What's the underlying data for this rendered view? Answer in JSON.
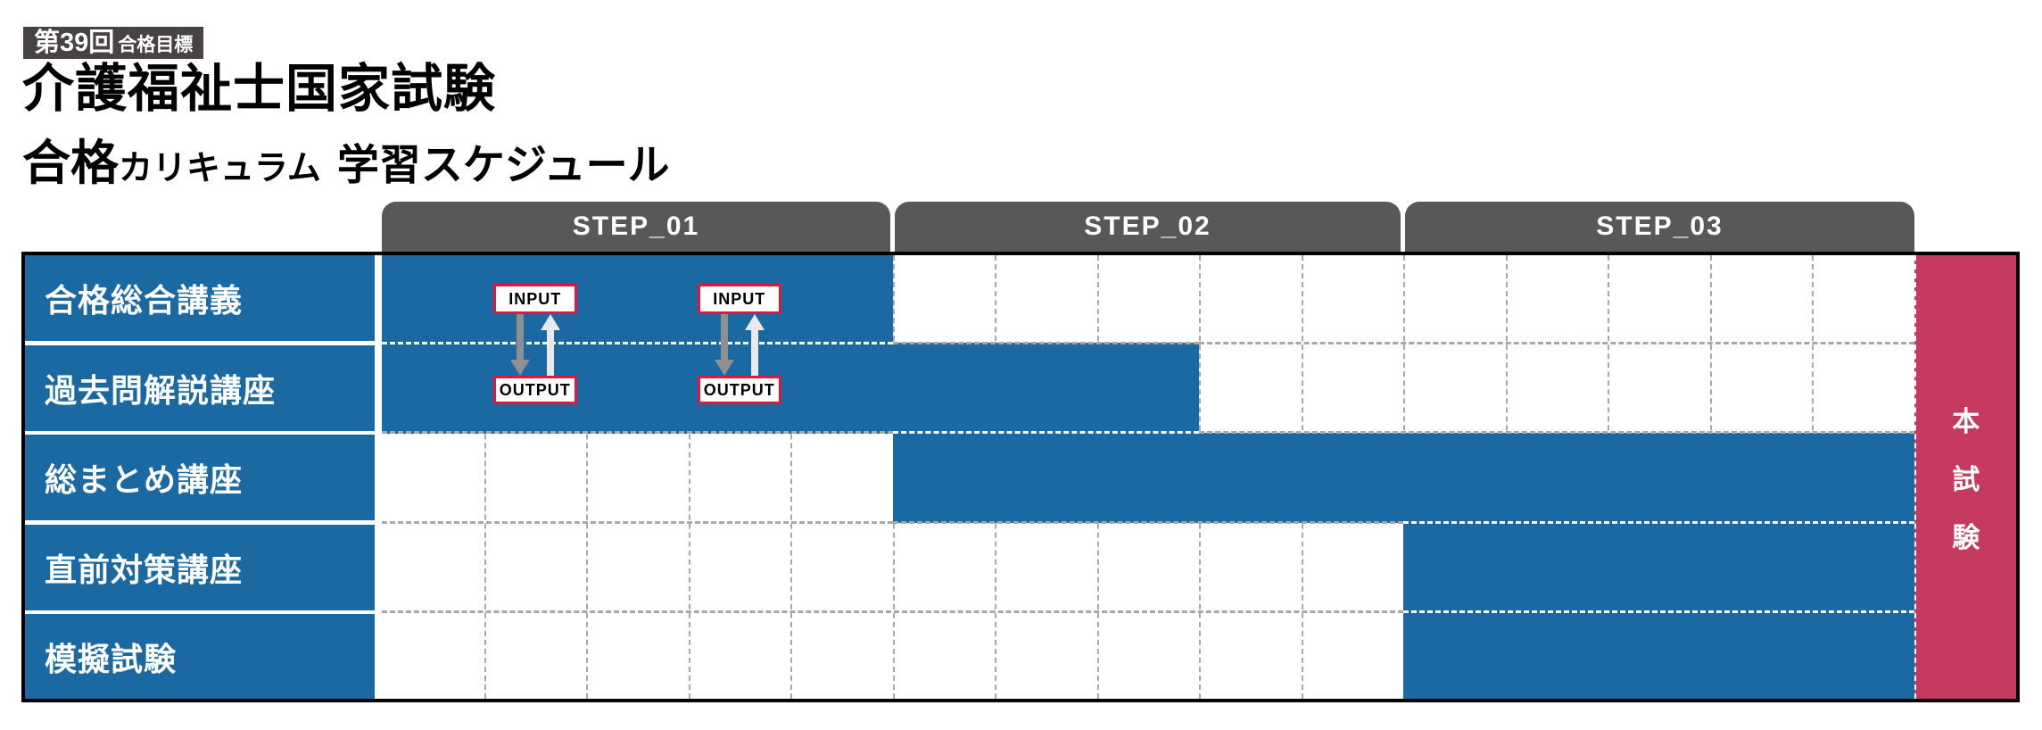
{
  "header": {
    "badge_round": "第39回",
    "badge_goal": "合格目標",
    "title": "介護福祉士国家試験",
    "subtitle_lead": "合格",
    "subtitle_mid": "カリキュラム",
    "subtitle_tail": "学習スケジュール"
  },
  "colors": {
    "bar_blue": "#1a69a2",
    "exam_pink": "#c63a5f",
    "step_header_gray": "#595757",
    "badge_gray": "#474343",
    "io_border_red": "#e0173d",
    "arrow_down_gray": "#8f8f8f",
    "arrow_up_light": "#e9e9e9",
    "grid_dash_gray": "#a8a8a8",
    "table_border_black": "#000000"
  },
  "chart_data": {
    "type": "bar",
    "subtype": "gantt_schedule",
    "title": "介護福祉士国家試験 合格カリキュラム 学習スケジュール",
    "target_badge": "第39回合格目標",
    "orientation": "horizontal",
    "total_columns": 15,
    "grid": "dashed",
    "x_segments": [
      {
        "label": "STEP_01",
        "cols": [
          0,
          5
        ]
      },
      {
        "label": "STEP_02",
        "cols": [
          5,
          10
        ]
      },
      {
        "label": "STEP_03",
        "cols": [
          10,
          15
        ]
      }
    ],
    "categories": [
      "合格総合講義",
      "過去問解説講座",
      "総まとめ講座",
      "直前対策講座",
      "模擬試験"
    ],
    "bars_col_ranges": [
      [
        0,
        5
      ],
      [
        0,
        8
      ],
      [
        5,
        15
      ],
      [
        10,
        15
      ],
      [
        10,
        15
      ]
    ],
    "end_column_label": "本試験",
    "annotations": [
      {
        "type": "input_output_cycle",
        "input_label": "INPUT",
        "output_label": "OUTPUT",
        "between_rows": [
          0,
          1
        ],
        "center_col": 1.5
      },
      {
        "type": "input_output_cycle",
        "input_label": "INPUT",
        "output_label": "OUTPUT",
        "between_rows": [
          0,
          1
        ],
        "center_col": 3.5
      }
    ]
  }
}
